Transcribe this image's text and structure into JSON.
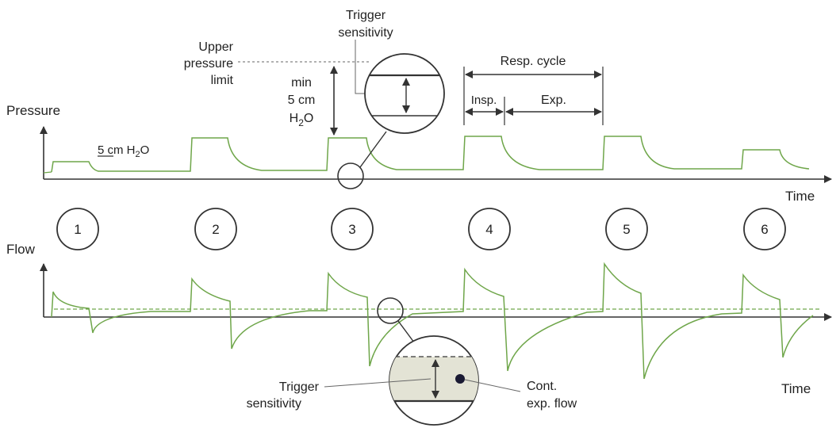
{
  "axes": {
    "pressure_label": "Pressure",
    "flow_label": "Flow",
    "time_label_top": "Time",
    "time_label_bottom": "Time"
  },
  "labels": {
    "upper_pressure_limit": [
      "Upper",
      "pressure",
      "limit"
    ],
    "trigger_sensitivity_top": [
      "Trigger",
      "sensitivity"
    ],
    "min_pressure": [
      "min",
      "5 cm"
    ],
    "h2o_main": "H",
    "h2o_sub": "2",
    "h2o_tail": "O",
    "scale_5cm": "5 cm H",
    "scale_sub": "2",
    "scale_tail": "O",
    "resp_cycle": "Resp. cycle",
    "insp": "Insp.",
    "exp": "Exp.",
    "trigger_sensitivity_bottom": [
      "Trigger",
      "sensitivity"
    ],
    "cont_exp_flow": [
      "Cont.",
      "exp. flow"
    ]
  },
  "breaths": [
    "1",
    "2",
    "3",
    "4",
    "5",
    "6"
  ],
  "colors": {
    "waveform": "#6fa64a",
    "axis": "#333333",
    "zoom_fill": "#e3e3d5"
  }
}
